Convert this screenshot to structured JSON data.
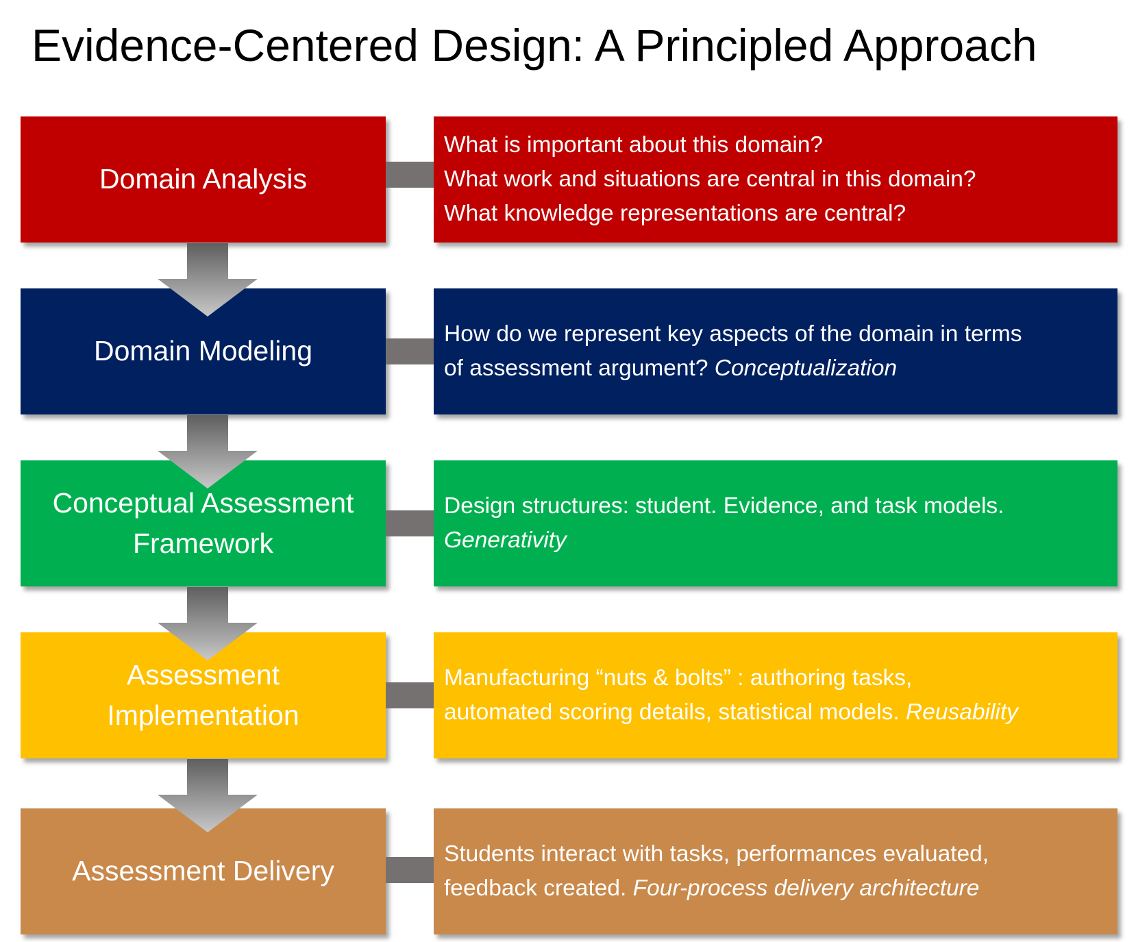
{
  "title": "Evidence-Centered Design: A Principled Approach",
  "colors": {
    "domain_analysis": "#c00000",
    "domain_modeling": "#002060",
    "conceptual_framework": "#00b050",
    "implementation": "#ffc000",
    "delivery": "#c8894b",
    "connector": "#767171",
    "arrow_top": "#5f5f5f",
    "arrow_bottom": "#c8c8c8"
  },
  "stages": [
    {
      "label": "Domain Analysis",
      "description": {
        "lines": [
          "What is important about this domain?",
          "What work and situations are central in this domain?",
          "What  knowledge representations are central?"
        ]
      }
    },
    {
      "label": "Domain Modeling",
      "description": {
        "line1": "How do we represent key aspects of the domain in terms",
        "line2": "of assessment argument? ",
        "emphasis": "Conceptualization"
      }
    },
    {
      "label_line1": "Conceptual Assessment",
      "label_line2": "Framework",
      "description": {
        "line1": "Design structures: student. Evidence, and task models.",
        "emphasis": "Generativity"
      }
    },
    {
      "label_line1": "Assessment",
      "label_line2": "Implementation",
      "description": {
        "line1": "Manufacturing “nuts & bolts” : authoring tasks,",
        "line2": "automated scoring details, statistical models. ",
        "emphasis": "Reusability"
      }
    },
    {
      "label": "Assessment Delivery",
      "description": {
        "line1": "Students interact with tasks, performances evaluated,",
        "line2": "feedback created. ",
        "emphasis": "Four-process delivery architecture"
      }
    }
  ]
}
